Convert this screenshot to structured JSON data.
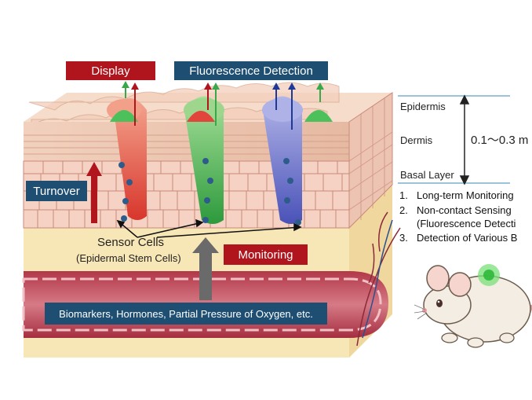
{
  "labels": {
    "display": "Display",
    "fluorescence_detection": "Fluorescence Detection",
    "turnover": "Turnover",
    "monitoring": "Monitoring",
    "sensor_cells": "Sensor Cells",
    "sensor_cells_sub": "(Epidermal Stem Cells)",
    "biomarkers": "Biomarkers, Hormones, Partial Pressure of Oxygen, etc."
  },
  "layers": {
    "epidermis": "Epidermis",
    "dermis": "Dermis",
    "basal_layer": "Basal Layer",
    "thickness": "0.1～0.3 m"
  },
  "features": [
    {
      "num": "1.",
      "text": "Long-term Monitoring"
    },
    {
      "num": "2.",
      "text": "Non-contact Sensing"
    },
    {
      "num": "",
      "text": "(Fluorescence Detecti"
    },
    {
      "num": "3.",
      "text": "Detection of Various B"
    }
  ],
  "colors": {
    "red_box": "#b0141c",
    "blue_box": "#1e4f73",
    "skin": "#f4d7c7",
    "dermis": "#f7e6b5",
    "vessel": "#c4505e",
    "green_cells": "#3ab34a",
    "red_cells": "#e2453c",
    "blue_cells": "#5a64c8"
  },
  "icons": {
    "mouse": "mouse-illustration",
    "arrows": "arrow-icons"
  }
}
